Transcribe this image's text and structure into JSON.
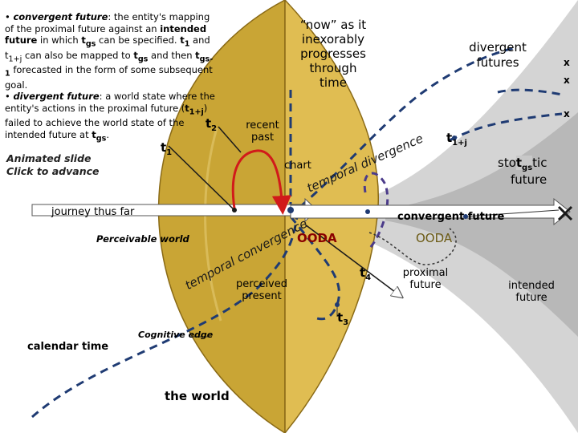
{
  "bullets": {
    "b1_prefix": "•",
    "b1_term": "convergent future",
    "b1_text1": ": the entity's mapping of the proximal future against an ",
    "b1_term2": "intended future",
    "b1_text2": " in which ",
    "b1_t1": "t",
    "b1_t1_sub": "gs",
    "b1_text3": " can be specified. ",
    "b1_t2": "t",
    "b1_t2_sub": "1",
    "b1_text4": " and t",
    "b1_t3_sub": "1+j",
    "b1_text5": " can also be mapped to ",
    "b1_t4": "t",
    "b1_t4_sub": "gs",
    "b1_text6": " and then ",
    "b1_t5": "t",
    "b1_t5_sub": "gs-1",
    "b1_text7": " forecasted in the form of some subsequent goal.",
    "b2_prefix": "•",
    "b2_term": "divergent future",
    "b2_text1": ": a world state where the entity's actions in the proximal future (",
    "b2_t1": "t",
    "b2_t1_sub": "1+j",
    "b2_text2": ") failed to achieve the world state of the intended future at ",
    "b2_t2": "t",
    "b2_t2_sub": "gs",
    "b2_text3": "."
  },
  "animated_slide": {
    "line1": "Animated slide",
    "line2": "Click to advance"
  },
  "labels": {
    "now_line1": "“now” as it",
    "now_line2": "inexorably",
    "now_line3": "progresses",
    "now_line4": "through",
    "now_line5": "time",
    "divergent_futures_line1": "divergent",
    "divergent_futures_line2": "futures",
    "recent_past_line1": "recent",
    "recent_past_line2": "past",
    "chart": "chart",
    "journey": "journey thus far",
    "convergent_future": "convergent future",
    "perceivable_world": "Perceivable world",
    "ooda_left": "OODA",
    "ooda_right": "OODA",
    "perceived_present_line1": "perceived",
    "perceived_present_line2": "present",
    "proximal_future_line1": "proximal",
    "proximal_future_line2": "future",
    "intended_future_line1": "intended",
    "intended_future_line2": "future",
    "stochastic_line1_a": "sto",
    "stochastic_line1_b": "tic",
    "stochastic_line2": "future",
    "cognitive_edge": "Cognitive edge",
    "calendar_time": "calendar time",
    "the_world": "the world",
    "temporal_divergence": "temporal divergence",
    "temporal_convergence": "temporal convergence"
  },
  "time_marks": {
    "t1": {
      "base": "t",
      "sub": "1"
    },
    "t2": {
      "base": "t",
      "sub": "2"
    },
    "t3": {
      "base": "t",
      "sub": "3"
    },
    "t4": {
      "base": "t",
      "sub": "4"
    },
    "t1j": {
      "base": "t",
      "sub": "1+j"
    },
    "tgs": {
      "base": "t",
      "sub": "gs"
    }
  },
  "markers": {
    "x": "x"
  },
  "colors": {
    "world_fill": "#c9a535",
    "world_dark": "#a4801d",
    "present_fill": "#e0bd52",
    "cone_grey": "#c8c8c8",
    "arrow_blue": "#1f3b73",
    "arc_red": "#d11a1a",
    "stroke_dark": "#1a1a1a"
  }
}
